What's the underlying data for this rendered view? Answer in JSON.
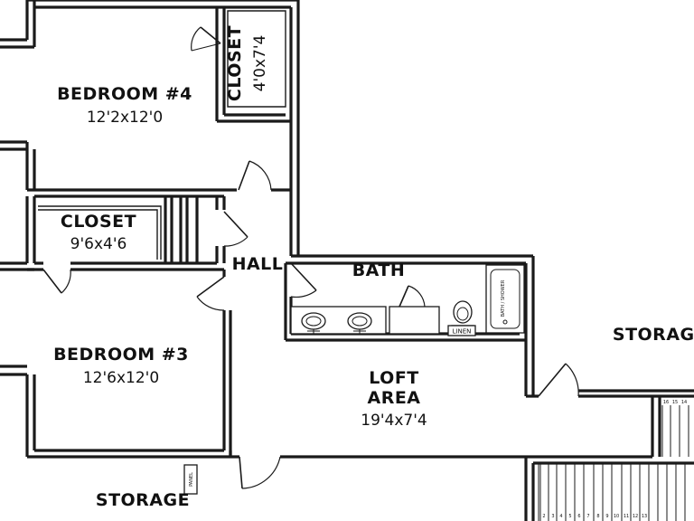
{
  "rooms": {
    "bedroom4": {
      "name": "BEDROOM #4",
      "size": "12'2x12'0"
    },
    "closet4": {
      "name": "CLOSET",
      "size": "4'0x7'4"
    },
    "closet_hall": {
      "name": "CLOSET",
      "size": "9'6x4'6"
    },
    "hall": {
      "name": "HALL"
    },
    "bath": {
      "name": "BATH"
    },
    "bedroom3": {
      "name": "BEDROOM #3",
      "size": "12'6x12'0"
    },
    "loft": {
      "name_line1": "LOFT",
      "name_line2": "AREA",
      "size": "19'4x7'4"
    },
    "storage_right": {
      "name": "STORAGE"
    },
    "storage_bottom": {
      "name": "STORAGE"
    }
  },
  "fixtures": {
    "linen": "LINEN",
    "tub": "BATH / SHOWER",
    "panel": "PANEL"
  },
  "stairs": {
    "lower_numbers": [
      "2",
      "3",
      "4",
      "5",
      "6",
      "7",
      "8",
      "9",
      "10",
      "11",
      "12",
      "13"
    ],
    "upper_numbers": [
      "16",
      "15",
      "14"
    ]
  }
}
